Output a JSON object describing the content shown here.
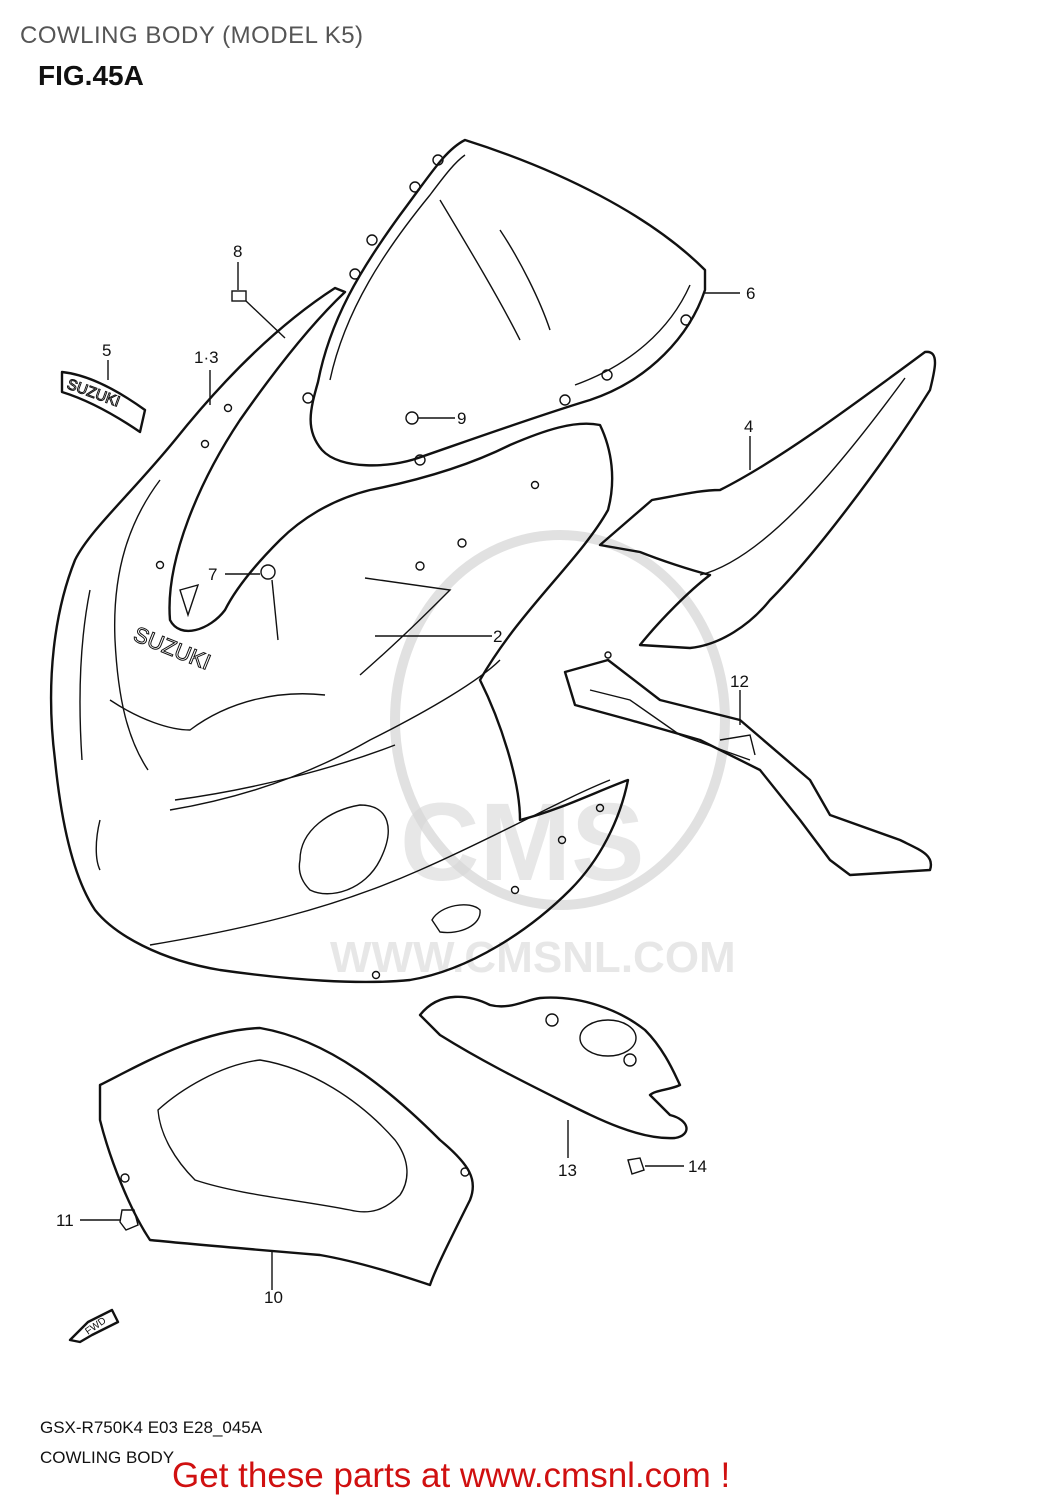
{
  "header": {
    "title": "COWLING BODY (MODEL K5)",
    "figure": "FIG.45A"
  },
  "callouts": {
    "c1_3": "1·3",
    "c2": "2",
    "c4": "4",
    "c5": "5",
    "c6": "6",
    "c7": "7",
    "c8": "8",
    "c9": "9",
    "c10": "10",
    "c11": "11",
    "c12": "12",
    "c13": "13",
    "c14": "14"
  },
  "decals": {
    "emblem_text": "SUZUKI",
    "fwd_text": "FWD"
  },
  "watermark": {
    "brand": "CMS",
    "url": "WWW.CMSNL.COM"
  },
  "footer": {
    "code": "GSX-R750K4 E03 E28_045A",
    "caption": "COWLING BODY",
    "cta": "Get these parts at www.cmsnl.com !"
  },
  "colors": {
    "cta": "#d01010",
    "watermark": "#c8c8c8",
    "line": "#111111"
  }
}
